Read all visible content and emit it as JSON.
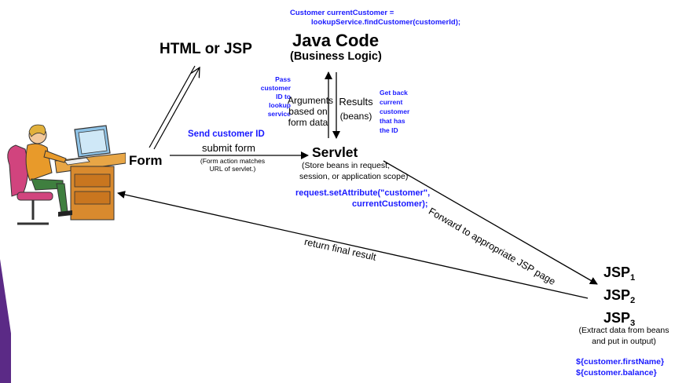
{
  "code_snippet": [
    "Customer currentCustomer =",
    "lookupService.findCustomer(customerId);"
  ],
  "java_code": {
    "title": "Java Code",
    "subtitle": "(Business Logic)"
  },
  "html_jsp": "HTML or JSP",
  "pass_note": [
    "Pass",
    "customer",
    "ID to",
    "lookup",
    "service"
  ],
  "arguments_label": [
    "Arguments",
    "based on",
    "form data"
  ],
  "results_label": [
    "Results",
    "(beans)"
  ],
  "getback_note": [
    "Get back",
    "current",
    "customer",
    "that has",
    "the ID"
  ],
  "form": "Form",
  "send_id": "Send customer ID",
  "submit_form": "submit form",
  "form_action": [
    "(Form action matches",
    "URL of servlet.)"
  ],
  "servlet": {
    "title": "Servlet",
    "note": [
      "(Store beans in request,",
      "session, or application scope)"
    ]
  },
  "set_attribute": [
    "request.setAttribute(\"customer\",",
    "currentCustomer);"
  ],
  "forward_label": "Forward to appropriate JSP page",
  "return_label": "return final result",
  "jsp": {
    "base": "JSP",
    "subs": [
      "1",
      "2",
      "3"
    ]
  },
  "extract_note": [
    "(Extract data from beans",
    "and put in output)"
  ],
  "el_exprs": [
    "${customer.firstName}",
    "${customer.balance}"
  ],
  "colors": {
    "code_blue": "#1a1aff",
    "accent_purple": "#5b2a86"
  },
  "icons": [
    "person-at-computer-icon"
  ]
}
